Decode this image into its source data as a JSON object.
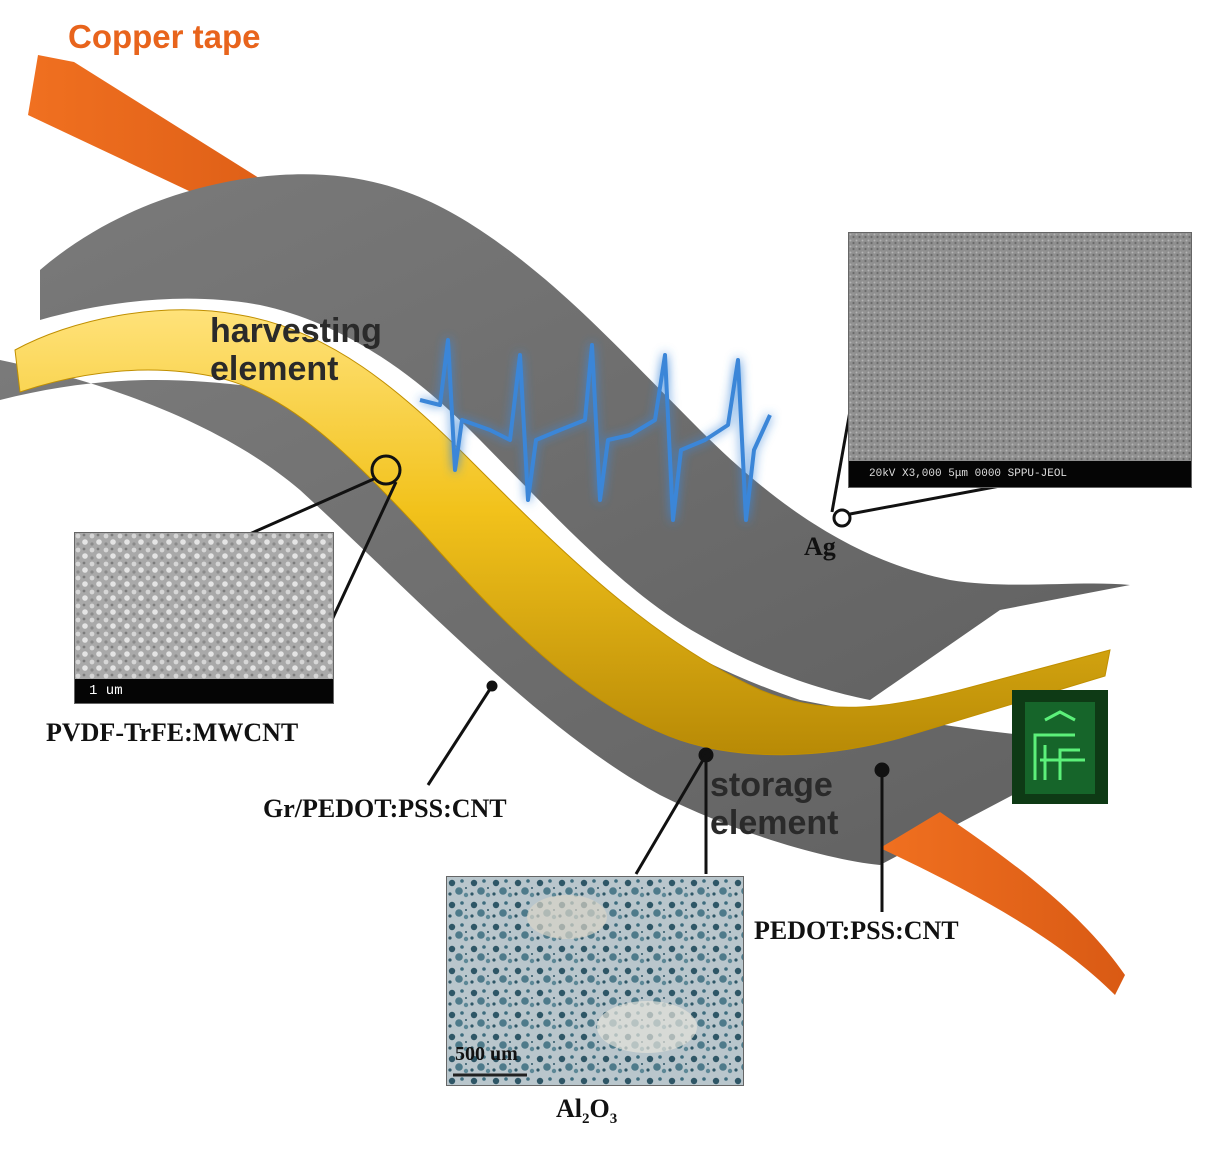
{
  "title": "Copper tape",
  "labels": {
    "harvesting": [
      "harvesting",
      "element"
    ],
    "storage": [
      "storage",
      "element"
    ],
    "ag": "Ag",
    "pvdf": "PVDF-TrFE:MWCNT",
    "gr_pedot": "Gr/PEDOT:PSS:CNT",
    "pedot": "PEDOT:PSS:CNT",
    "al2o3": {
      "main": "Al",
      "sub1": "2",
      "mid": "O",
      "sub2": "3"
    }
  },
  "insets": {
    "sem_ag": {
      "scalebar_text": "20kV   X3,000   5μm  0000 SPPU-JEOL"
    },
    "sem_pvdf": {
      "scalebar_text": "1 um"
    },
    "optical_al2o3": {
      "scalebar_text": "500 um"
    }
  },
  "colors": {
    "copper": "#e8641c",
    "layer_gray": "#6e6e6e",
    "layer_gold": "#f1c21b",
    "signal": "#3a86d8",
    "led_green": "#18a53a"
  }
}
